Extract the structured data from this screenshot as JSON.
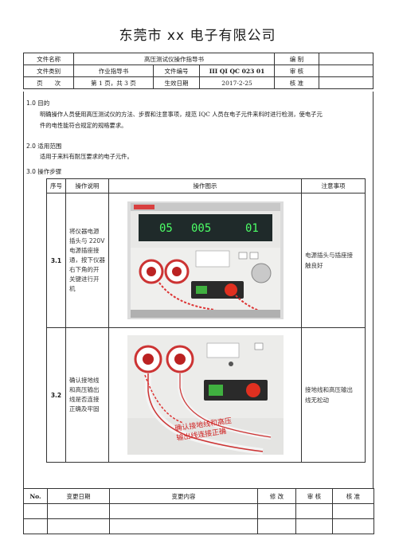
{
  "company_title": "东莞市 xx 电子有限公司",
  "header": {
    "row1": [
      "文件名称",
      "高压测试仪操作指导书",
      "编 制",
      ""
    ],
    "row2": [
      "文件类别",
      "作业指导书",
      "文件编号",
      "III QI QC 023 01",
      "审 核",
      ""
    ],
    "row3": [
      "页　　次",
      "第 1 页，共 3 页",
      "生效日期",
      "2017-2-25",
      "核 准",
      ""
    ]
  },
  "sections": {
    "s1_title": "1.0 目的",
    "s1_line1": "明确操作人员使用高压测试仪的方法、步骤和注意事项，规范 IQC 人员在电子元件来料时进行检测，使电子元",
    "s1_line2": "件的电性能符合规定的规格要求。",
    "s2_title": "2.0 适用范围",
    "s2_line1": "适用于来料有耐压要求的电子元件。",
    "s3_title": "3.0  操作步骤"
  },
  "steps_table": {
    "headers": [
      "序号",
      "操作说明",
      "操作图示",
      "注意事项"
    ],
    "rows": [
      {
        "no": "3.1",
        "desc": [
          "将仪器电源",
          "插头与 220V",
          "电源插座接",
          "通，按下仪器",
          "右下角的开",
          "关键进行开",
          "机"
        ],
        "note": [
          "电源插头与插座接",
          "触良好"
        ],
        "display": [
          "05",
          "005",
          "01"
        ]
      },
      {
        "no": "3.2",
        "desc": [
          "确认接地线",
          "和高压输出",
          "线是否连接",
          "正确及牢固"
        ],
        "note": [
          "接地线和高压输出",
          "线无松动"
        ],
        "annotation": [
          "确认接地线和高压",
          "输出线连接正确"
        ]
      }
    ]
  },
  "change_table": {
    "headers": [
      "No.",
      "变更日期",
      "变更内容",
      "修 改",
      "审 核",
      "核 准"
    ]
  }
}
